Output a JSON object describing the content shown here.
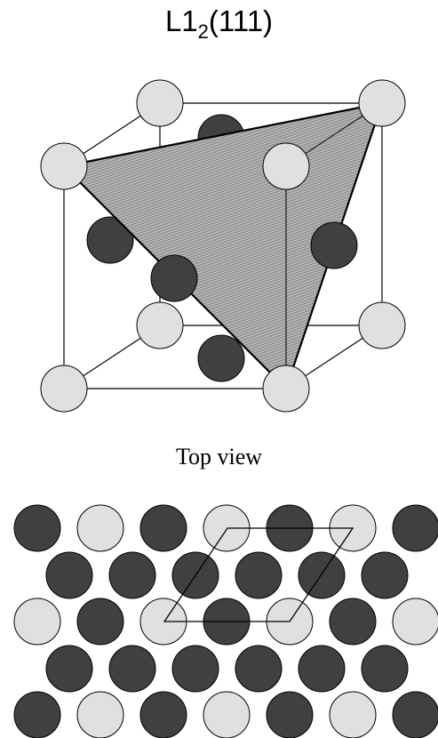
{
  "title": {
    "main": "L1",
    "sub": "2",
    "suffix": "(111)"
  },
  "caption": "Top view",
  "colors": {
    "light_atom": "#e0e0e0",
    "dark_atom": "#404040",
    "plane_fill": "#a8a8a8",
    "line": "#000000"
  },
  "top_view_rows": [
    [
      "dark",
      "light",
      "dark",
      "light",
      "dark",
      "light",
      "dark"
    ],
    [
      "dark",
      "dark",
      "dark",
      "dark",
      "dark",
      "dark"
    ],
    [
      "light",
      "dark",
      "light",
      "dark",
      "light",
      "dark",
      "light"
    ],
    [
      "dark",
      "dark",
      "dark",
      "dark",
      "dark",
      "dark"
    ],
    [
      "dark",
      "light",
      "dark",
      "light",
      "dark",
      "light",
      "dark"
    ]
  ]
}
